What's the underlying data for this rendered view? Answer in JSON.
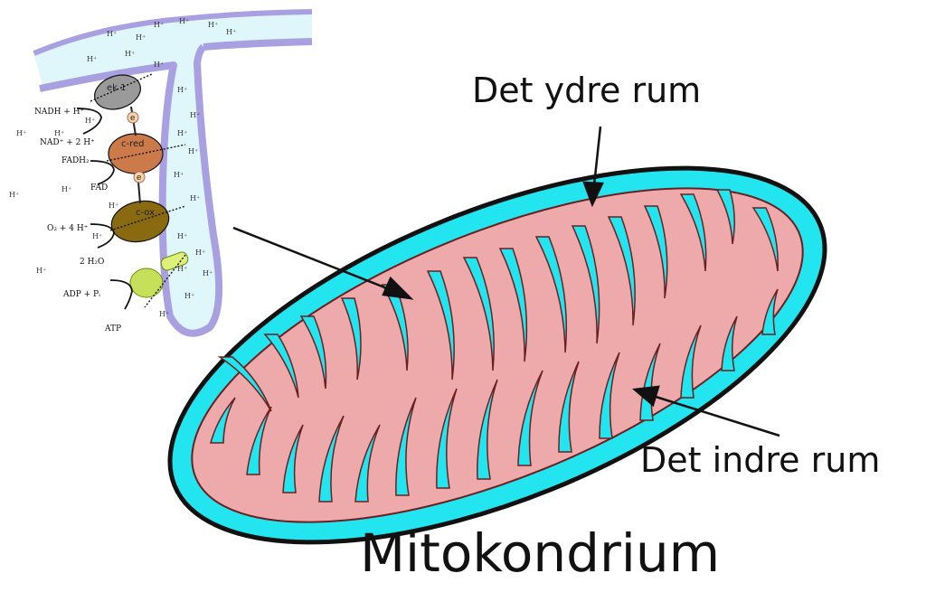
{
  "labels": {
    "outer_space": "Det ydre rum",
    "inner_space": "Det indre rum",
    "title": "Mitokondrium"
  },
  "chain": {
    "complex1": "ek 1",
    "complex_red": "c-red",
    "complex_ox": "c-ox",
    "electron": "e",
    "proton": "H⁺",
    "nadh": "NADH + H⁺",
    "nad": "NAD⁺ + 2 H⁺",
    "fadh2": "FADH₂",
    "fad": "FAD",
    "o2": "O₂ + 4 H⁺",
    "water": "2 H₂O",
    "adp": "ADP + Pᵢ",
    "atp": "ATP"
  },
  "colors": {
    "intermembrane": "#22e5f0",
    "matrix": "#eeaaaa",
    "outline": "#111111",
    "membrane_purple": "#a8a0e0",
    "inset_fill": "#dff6fb",
    "complex1": "#9a9a9a",
    "complex_red": "#cc7a4a",
    "complex_ox": "#8a6a10",
    "atp_synthase": "#c6e05a"
  }
}
